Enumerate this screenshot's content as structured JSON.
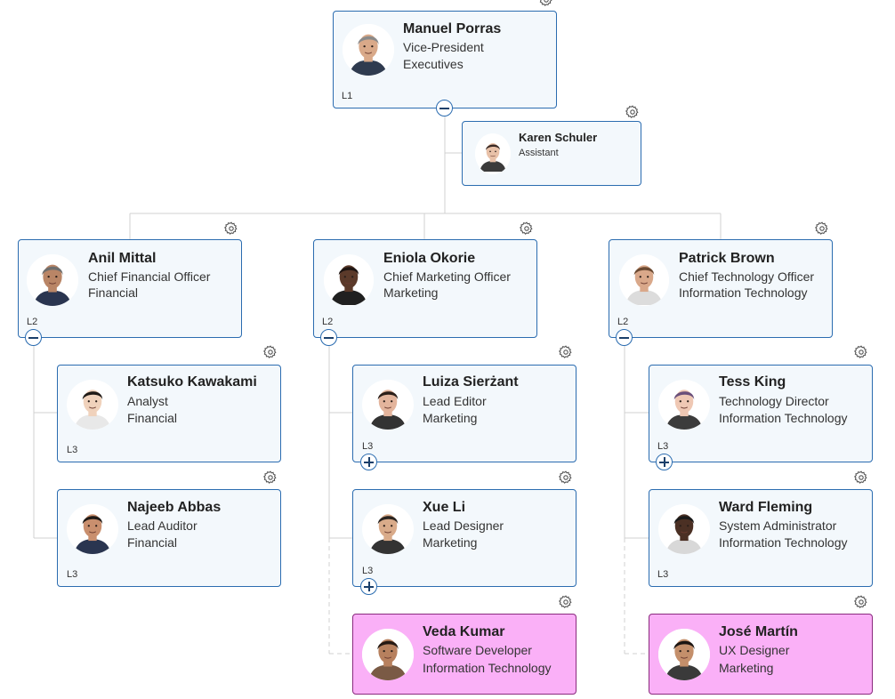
{
  "nodes": [
    {
      "id": "porras",
      "name": "Manuel Porras",
      "title": "Vice-President",
      "dept": "Executives",
      "level": "L1"
    },
    {
      "id": "schuler",
      "name": "Karen Schuler",
      "title": "Assistant",
      "dept": "",
      "level": ""
    },
    {
      "id": "mittal",
      "name": "Anil Mittal",
      "title": "Chief Financial Officer",
      "dept": "Financial",
      "level": "L2"
    },
    {
      "id": "okorie",
      "name": "Eniola Okorie",
      "title": "Chief Marketing Officer",
      "dept": "Marketing",
      "level": "L2"
    },
    {
      "id": "brown",
      "name": "Patrick Brown",
      "title": "Chief Technology Officer",
      "dept": "Information Technology",
      "level": "L2"
    },
    {
      "id": "kawakami",
      "name": "Katsuko Kawakami",
      "title": "Analyst",
      "dept": "Financial",
      "level": "L3"
    },
    {
      "id": "abbas",
      "name": "Najeeb Abbas",
      "title": "Lead Auditor",
      "dept": "Financial",
      "level": "L3"
    },
    {
      "id": "sierzant",
      "name": "Luiza Sierżant",
      "title": "Lead Editor",
      "dept": "Marketing",
      "level": "L3"
    },
    {
      "id": "li",
      "name": "Xue Li",
      "title": "Lead Designer",
      "dept": "Marketing",
      "level": "L3"
    },
    {
      "id": "kumar",
      "name": "Veda Kumar",
      "title": "Software Developer",
      "dept": "Information Technology",
      "level": ""
    },
    {
      "id": "king",
      "name": "Tess King",
      "title": "Technology Director",
      "dept": "Information Technology",
      "level": "L3"
    },
    {
      "id": "fleming",
      "name": "Ward Fleming",
      "title": "System Administrator",
      "dept": "Information Technology",
      "level": "L3"
    },
    {
      "id": "martin",
      "name": "José Martín",
      "title": "UX Designer",
      "dept": "Marketing",
      "level": ""
    }
  ],
  "colors": {
    "card_border": "#2b6cb0",
    "card_background": "#f3f8fc",
    "highlight_background": "#fab0f7",
    "connector": "#d0d0d0"
  },
  "icons": {
    "settings": "gear-icon",
    "collapse": "minus-circle-icon",
    "expand": "plus-circle-icon"
  }
}
